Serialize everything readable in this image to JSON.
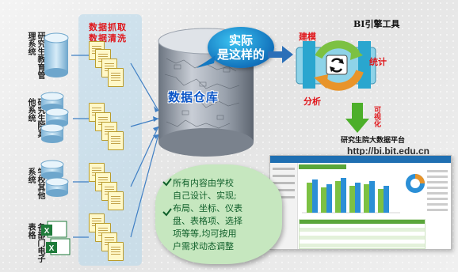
{
  "sources": [
    {
      "label": "研究生教育管理系统"
    },
    {
      "label": "研究生院其他系统"
    },
    {
      "label": "学校其他系统"
    },
    {
      "label": "各部门电子表格"
    }
  ],
  "etl": {
    "line1": "数据抓取",
    "line2": "数据清洗"
  },
  "callout": {
    "line1": "实际",
    "line2": "是这样的"
  },
  "warehouse": {
    "label": "数据仓库"
  },
  "bi": {
    "title": "BI引擎工具",
    "modeling": "建模",
    "statistics": "统计",
    "analysis": "分析",
    "visualize": "可视化"
  },
  "note": {
    "line1": "所有内容由学校",
    "line2": "自己设计、实现;",
    "line3": "布局、坐标、仪表",
    "line4": "盘、表格项、选择",
    "line5": "项等等,均可按用",
    "line6": "户需求动态调整"
  },
  "platform": {
    "title": "研究生院大数据平台",
    "url": "http://bi.bit.edu.cn"
  },
  "colors": {
    "red": "#e0161b",
    "blue": "#0a55c7",
    "green_note": "#c6e7bf",
    "arrow_green": "#4caf2a"
  }
}
